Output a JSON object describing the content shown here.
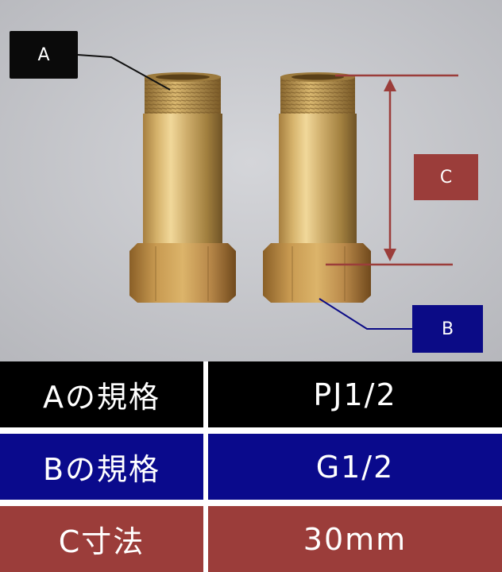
{
  "callouts": {
    "a": "A",
    "b": "B",
    "c": "C"
  },
  "spec_table": {
    "rows": [
      {
        "label": "Aの規格",
        "value": "PJ1/2",
        "color": "#000000"
      },
      {
        "label": "Bの規格",
        "value": "G1/2",
        "color": "#0a0a8c"
      },
      {
        "label": "C寸法",
        "value": "30mm",
        "color": "#9b3d3a"
      }
    ]
  },
  "colors": {
    "annotation_a": "#000000",
    "annotation_b": "#0b0b86",
    "annotation_c": "#9b3d3a",
    "brass": "#c9a35c",
    "background": "#c7c8cc"
  }
}
